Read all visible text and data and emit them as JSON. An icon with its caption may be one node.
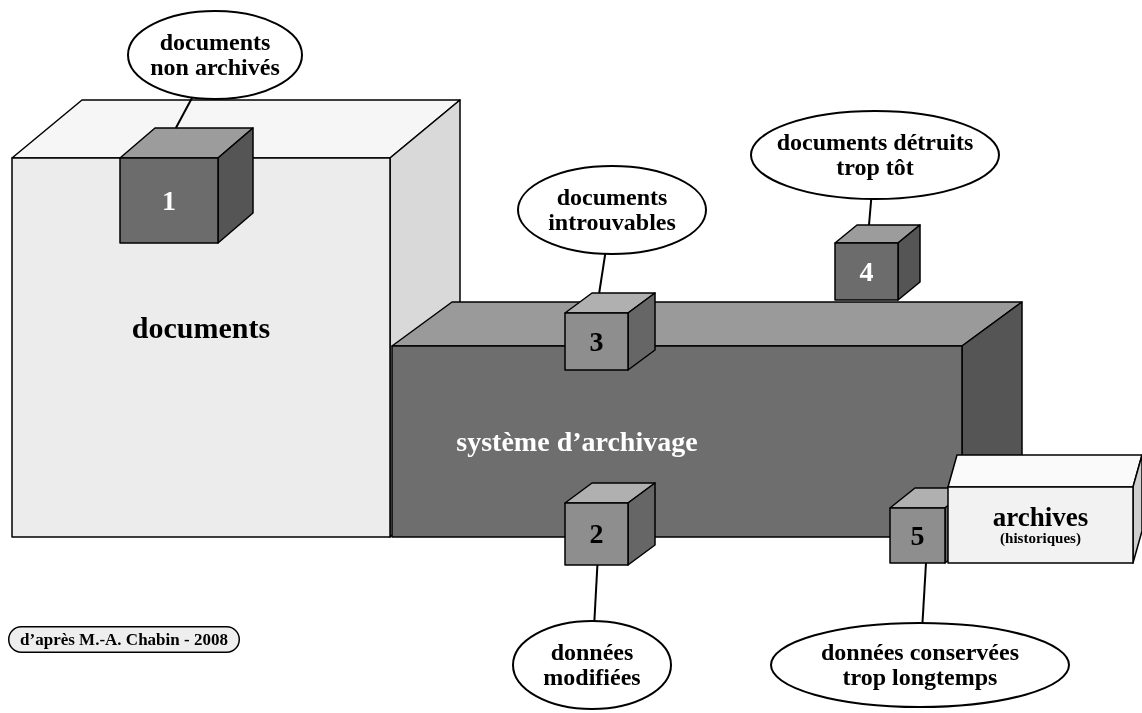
{
  "diagram": {
    "nodes": [
      {
        "text": [
          "documents non archivés"
        ]
      },
      {
        "text": [
          "documents"
        ]
      },
      {
        "text": [
          "1"
        ],
        "in": 1
      },
      {
        "text": [
          "documents introuvables"
        ]
      },
      {
        "text": [
          "documents détruits trop tôt"
        ]
      },
      {
        "text": [
          "4"
        ]
      },
      {
        "text": [
          "3"
        ]
      },
      {
        "text": [
          "système d’archivage"
        ]
      },
      {
        "text": [
          "2"
        ]
      },
      {
        "text": [
          "5"
        ]
      },
      {
        "text": [
          "archives",
          "(historiques)"
        ]
      },
      {
        "text": [
          "données modifiées"
        ]
      },
      {
        "text": [
          "données conservées trop longtemps"
        ]
      },
      {
        "text": [
          "d’après M.-A. Chabin - 2008"
        ]
      }
    ],
    "edges": [
      {
        "from": 0,
        "to": 2,
        "arrow": "none"
      },
      {
        "from": 3,
        "to": 6,
        "arrow": "none"
      },
      {
        "from": 4,
        "to": 5,
        "arrow": "none"
      },
      {
        "from": 11,
        "to": 8,
        "arrow": "none"
      },
      {
        "from": 12,
        "to": 9,
        "arrow": "none"
      }
    ]
  }
}
